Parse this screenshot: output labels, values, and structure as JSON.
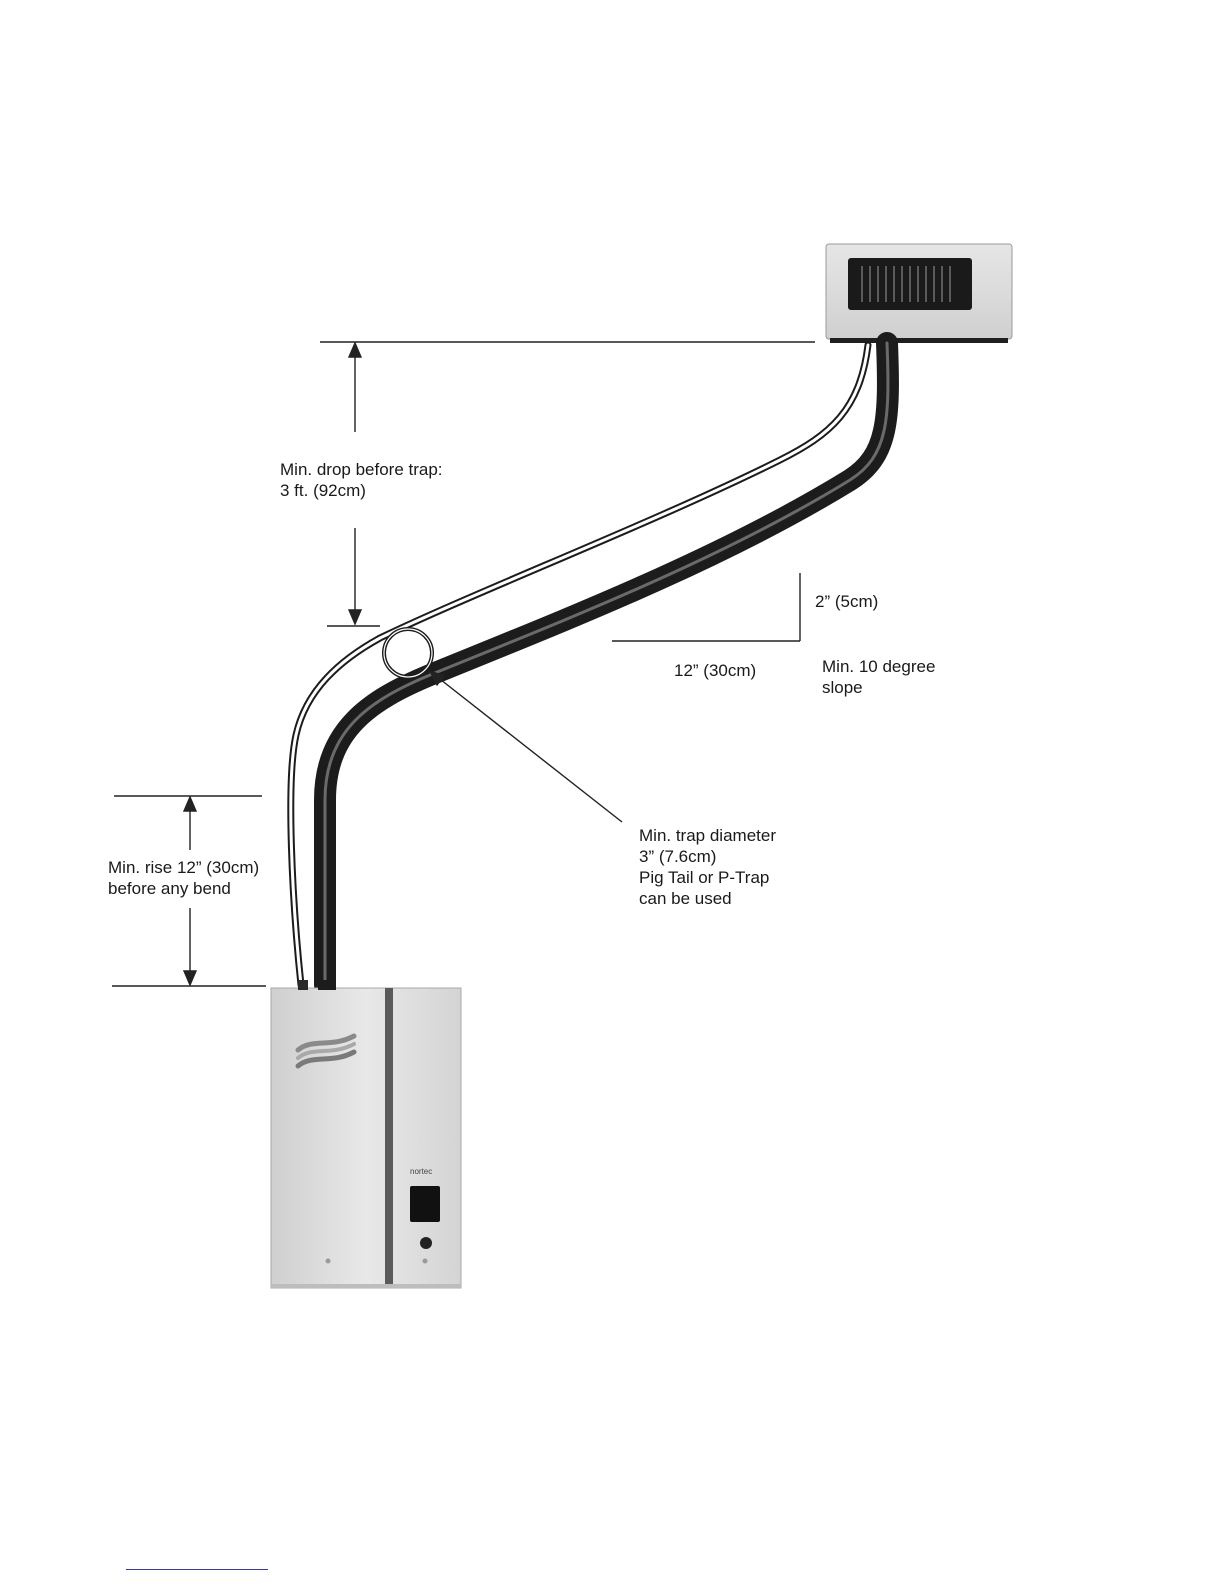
{
  "labels": {
    "drop": {
      "line1": "Min. drop before trap:",
      "line2": "3 ft. (92cm)"
    },
    "rise": {
      "line1": "Min. rise 12” (30cm)",
      "line2": "before any bend"
    },
    "rise_2in": "2” (5cm)",
    "run_12in": "12” (30cm)",
    "slope": {
      "line1": "Min. 10 degree",
      "line2": "slope"
    },
    "trap": {
      "line1": "Min. trap diameter",
      "line2": "3” (7.6cm)",
      "line3": "Pig Tail or P-Trap",
      "line4": "can be used"
    }
  },
  "unit_brand": "nortec",
  "colors": {
    "hose": "#1c1c1c",
    "hose_highlight": "#6a6a6a",
    "unit_body": "#e2e2e2",
    "unit_stripe": "#5a5a5a",
    "logo_wave": "#8a8a8a",
    "dimension_line": "#222222",
    "footer_rule": "#3a3a9a"
  }
}
